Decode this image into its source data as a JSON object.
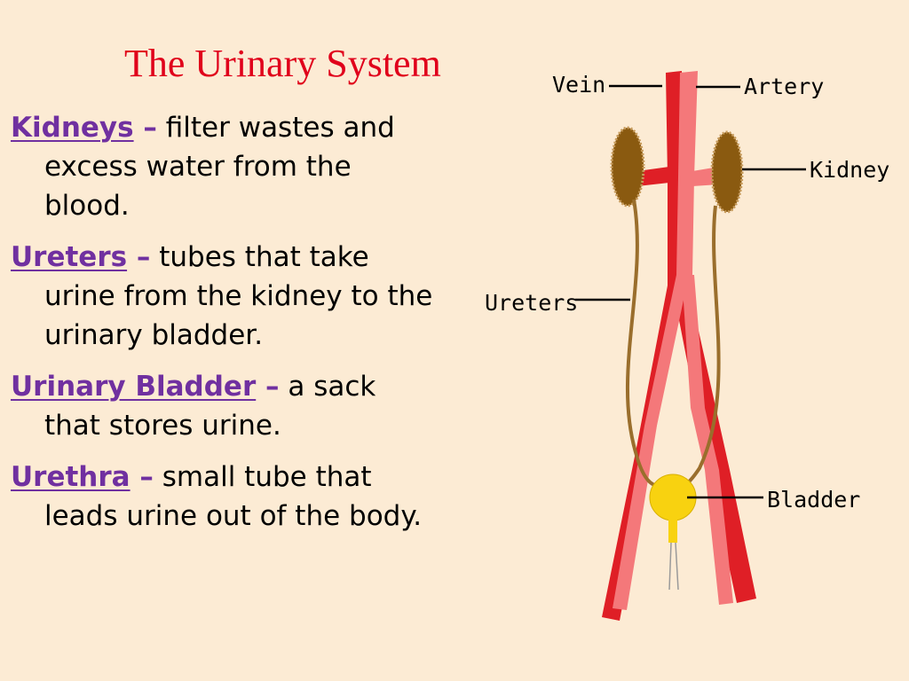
{
  "title": "The Urinary System",
  "definitions": [
    {
      "term": "Kidneys",
      "dash": " –",
      "text": " filter wastes and excess water from the blood."
    },
    {
      "term": "Ureters",
      "dash": " –",
      "text": " tubes that take urine from the kidney to the urinary bladder."
    },
    {
      "term": "Urinary Bladder",
      "dash": " –",
      "text": " a sack that stores urine."
    },
    {
      "term": "Urethra",
      "dash": " –",
      "text": " small tube that leads urine out of the body."
    }
  ],
  "diagram": {
    "labels": {
      "vein": "Vein",
      "artery": "Artery",
      "kidney": "Kidney",
      "ureters": "Ureters",
      "bladder": "Bladder"
    },
    "colors": {
      "vein": "#df1f26",
      "artery": "#f4787a",
      "kidney": "#8a5a10",
      "ureter": "#9a6e2c",
      "bladder": "#f8d210"
    }
  }
}
